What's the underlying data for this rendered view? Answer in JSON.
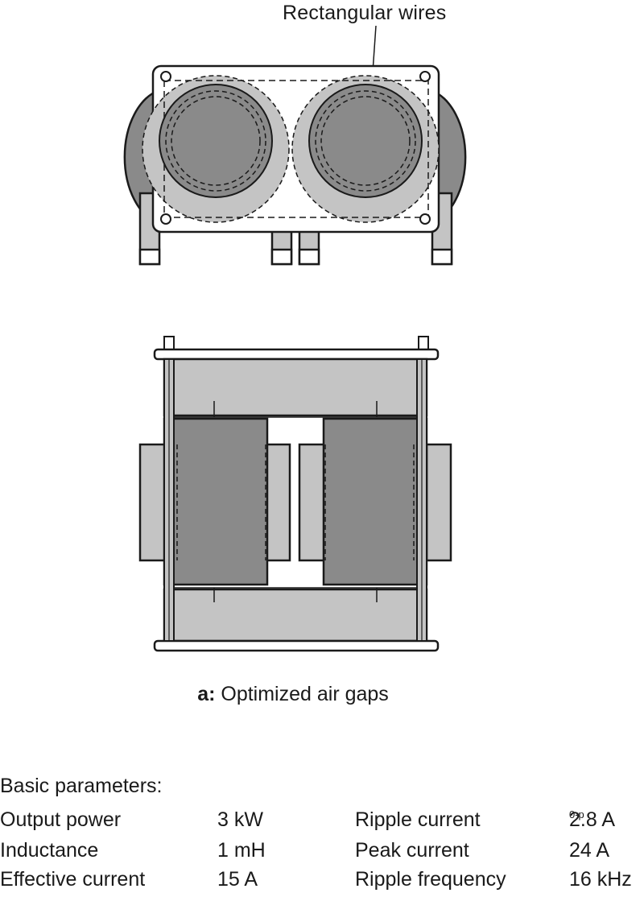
{
  "callout_label": "Rectangular wires",
  "caption": {
    "prefix": "a:",
    "text": "Optimized air gaps"
  },
  "parameters": {
    "heading": "Basic parameters:",
    "rows": [
      {
        "name": "Output power",
        "value": "3 kW",
        "name2": "Ripple current",
        "value2": "2.8 A",
        "value2_sub": "0-p"
      },
      {
        "name": "Inductance",
        "value": "1 mH",
        "name2": "Peak current",
        "value2": "24 A",
        "value2_sub": ""
      },
      {
        "name": "Effective current",
        "value": "15 A",
        "name2": "Ripple frequency",
        "value2": "16 kHz",
        "value2_sub": ""
      }
    ]
  },
  "colors": {
    "dark_gray": "#8a8a8a",
    "light_gray": "#c4c4c4",
    "line": "#1a1a1a"
  }
}
